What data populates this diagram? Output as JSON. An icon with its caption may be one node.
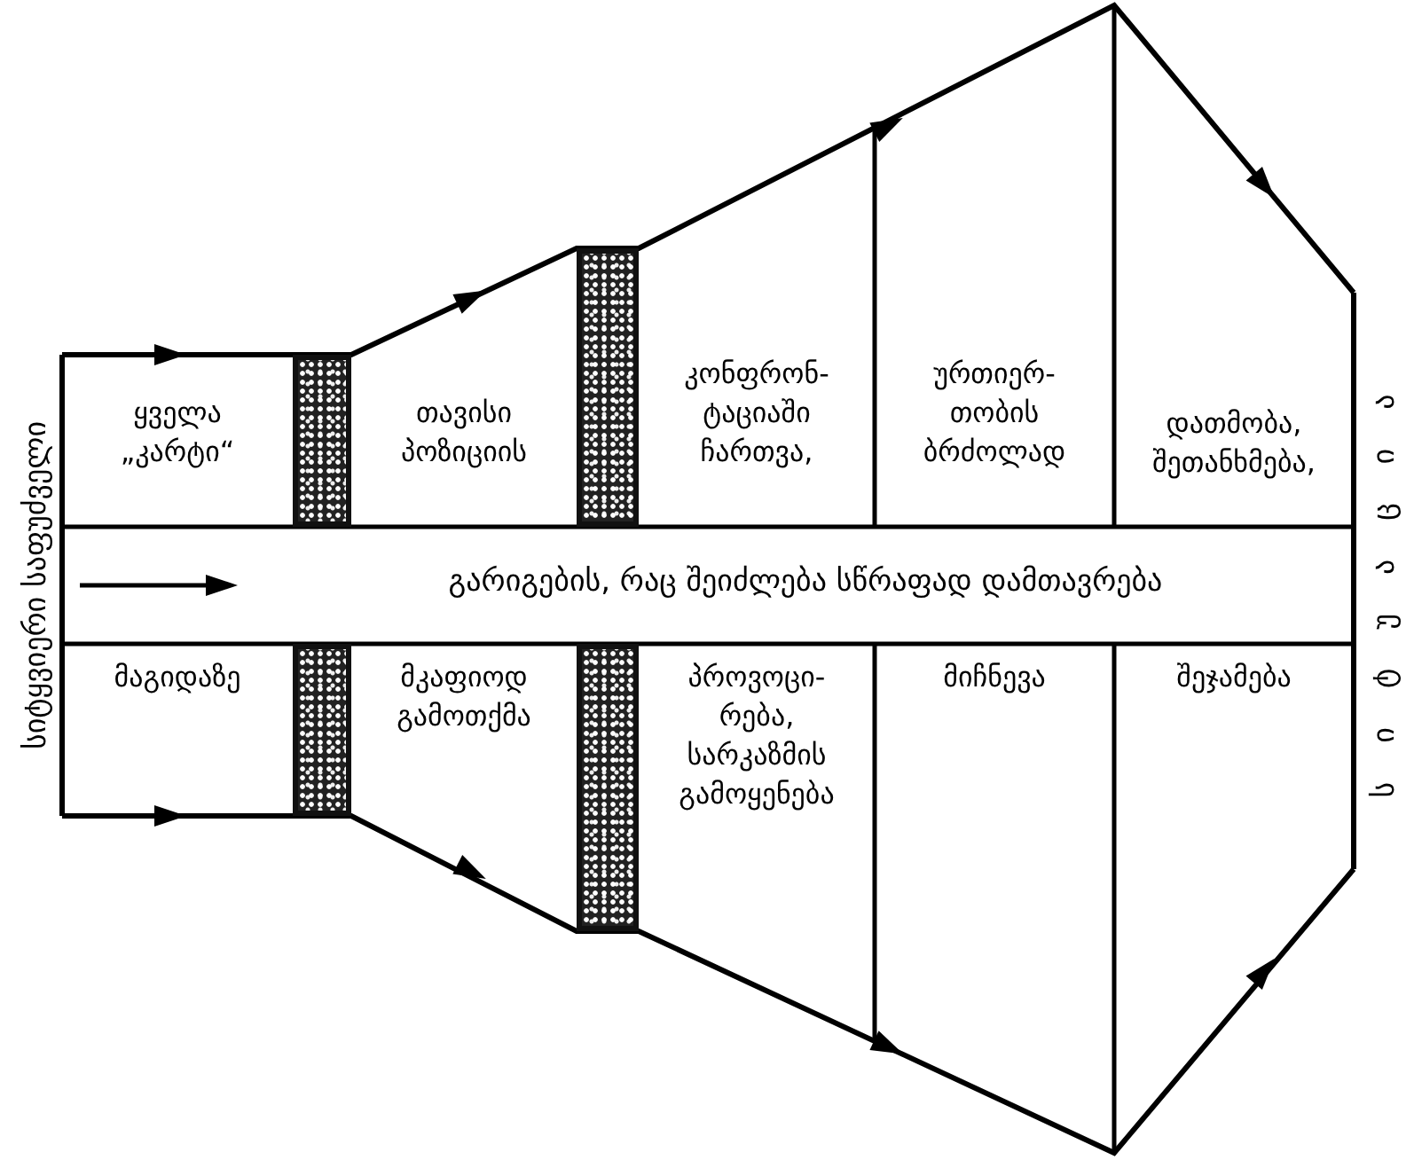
{
  "diagram": {
    "nodes": [
      {
        "text": [
          "ყველა „კარტი“"
        ]
      },
      {
        "text": [],
        "shape": "bar"
      },
      {
        "text": [
          "თავისი პოზიციის"
        ]
      },
      {
        "text": [],
        "shape": "bar"
      },
      {
        "text": [
          "კონფრონ- ტაციაში ჩართვა,"
        ]
      },
      {
        "text": [
          "ურთიერ- თობის ბრძოლად"
        ]
      },
      {
        "text": [
          "დათმობა, შეთანხმება,"
        ]
      },
      {
        "text": [
          "გარიგების, რაც შეიძლება სწრაფად დამთავრება"
        ]
      },
      {
        "text": [
          "მაგიდაზე"
        ]
      },
      {
        "text": [],
        "shape": "bar"
      },
      {
        "text": [
          "მკაფიოდ გამოთქმა"
        ]
      },
      {
        "text": [],
        "shape": "bar"
      },
      {
        "text": [
          "პროვოცი- რება, სარკაზმის გამოყენება"
        ]
      },
      {
        "text": [
          "მიჩნევა"
        ]
      },
      {
        "text": [
          "შეჯამება"
        ]
      }
    ],
    "labels": [
      "სიტყვიერი საფუძველი",
      "სიტუაცია"
    ]
  }
}
